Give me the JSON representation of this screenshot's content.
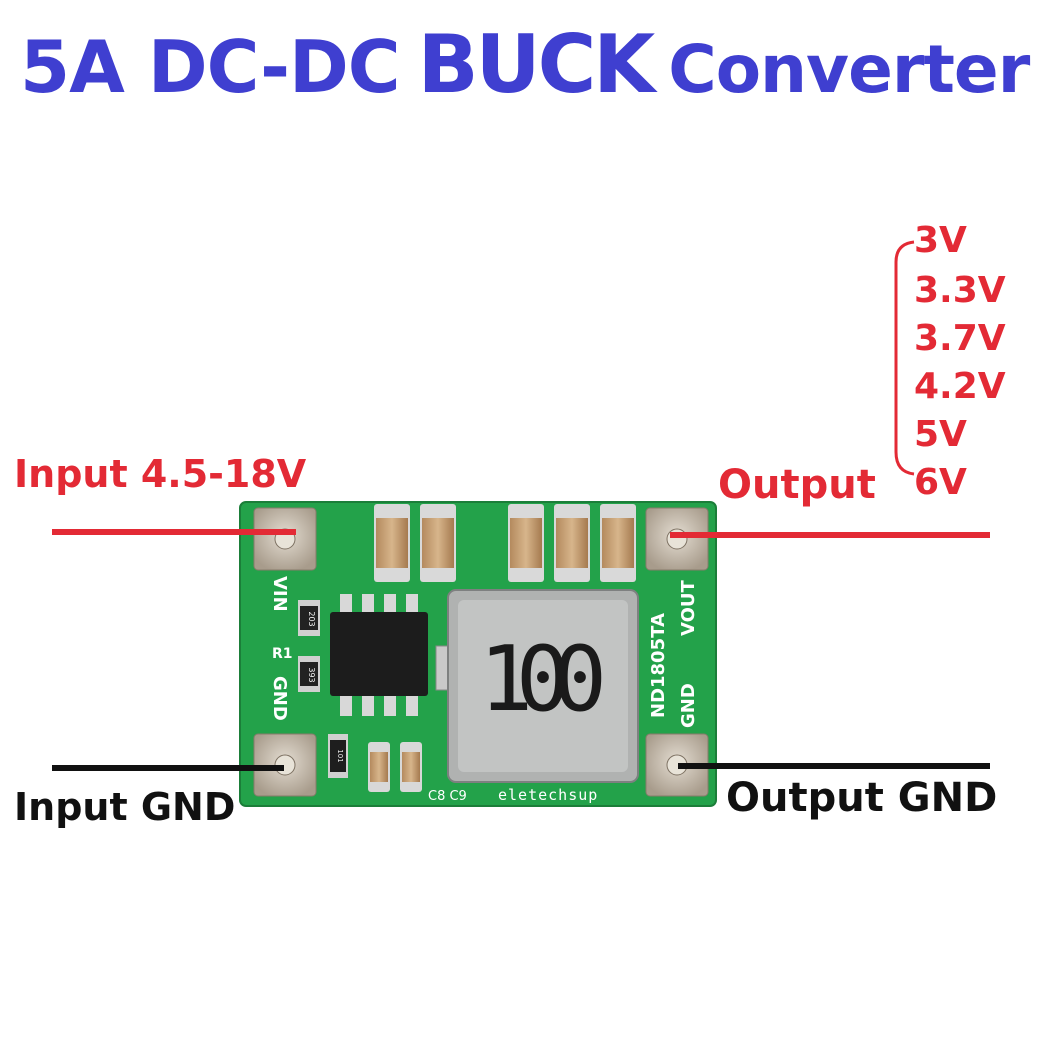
{
  "title": {
    "part1": "5A DC-DC",
    "part2": "BUCK",
    "part3": "Converter"
  },
  "labels": {
    "input_voltage": "Input 4.5-18V",
    "output": "Output",
    "input_gnd": "Input GND",
    "output_gnd": "Output GND"
  },
  "output_voltages": [
    "3V",
    "3.3V",
    "3.7V",
    "4.2V",
    "5V",
    "6V"
  ],
  "board": {
    "vin": "VIN",
    "gnd_left": "GND",
    "vout": "VOUT",
    "gnd_right": "GND",
    "model": "ND1805TA",
    "resistor": "R1",
    "r_code_top": "203",
    "r_code_bottom": "393",
    "small_code": "101",
    "inductor": "100",
    "caps": "C8 C9",
    "brand": "eletechsup"
  },
  "colors": {
    "title": "#3f3fd0",
    "label_red": "#e32a35",
    "label_black": "#111111",
    "pcb": "#23a24a"
  }
}
